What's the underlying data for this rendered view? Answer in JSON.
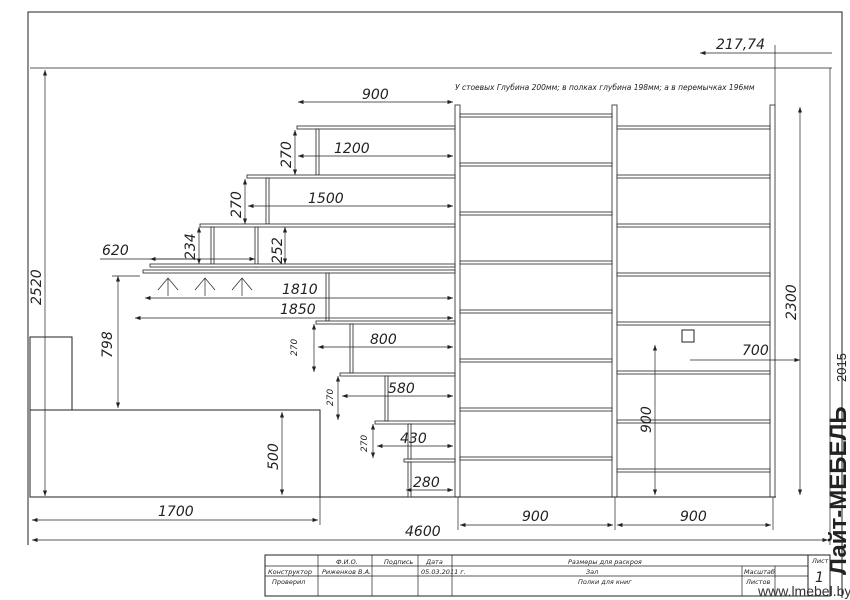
{
  "note": "У стоевых Глубина 200мм; в полках глубина 198мм; а в перемычках 196мм",
  "dimensions": {
    "total_height": "2520",
    "top_offset": "217,74",
    "shelf_900": "900",
    "shelf_1200": "1200",
    "shelf_1500": "1500",
    "h270_a": "270",
    "h270_b": "270",
    "h234": "234",
    "h252": "252",
    "w620": "620",
    "w1810": "1810",
    "w1850": "1850",
    "h798": "798",
    "w800": "800",
    "w580": "580",
    "w430": "430",
    "w280": "280",
    "s270_1": "270",
    "s270_2": "270",
    "s270_3": "270",
    "h500": "500",
    "w1700": "1700",
    "w4600": "4600",
    "col1_900": "900",
    "col2_900": "900",
    "h2300": "2300",
    "w700": "700",
    "h900": "900"
  },
  "title_block": {
    "fio_header": "Ф.И.О.",
    "signature_header": "Подпись",
    "date_header": "Дата",
    "designer_label": "Конструктор",
    "designer_name": "Риженков В.А.",
    "date": "05.03.2011 г.",
    "checked_label": "Проверил",
    "title1": "Размеры для раскроя",
    "title2": "Зал",
    "title3": "Полки для книг",
    "scale_label": "Масштаб",
    "sheets_label": "Листов",
    "sheet_label": "Лист",
    "sheet_number": "1"
  },
  "brand": {
    "name": "Лайт-МЕБЕЛЬ",
    "year": "2015",
    "url": "www.lmebel.by"
  }
}
